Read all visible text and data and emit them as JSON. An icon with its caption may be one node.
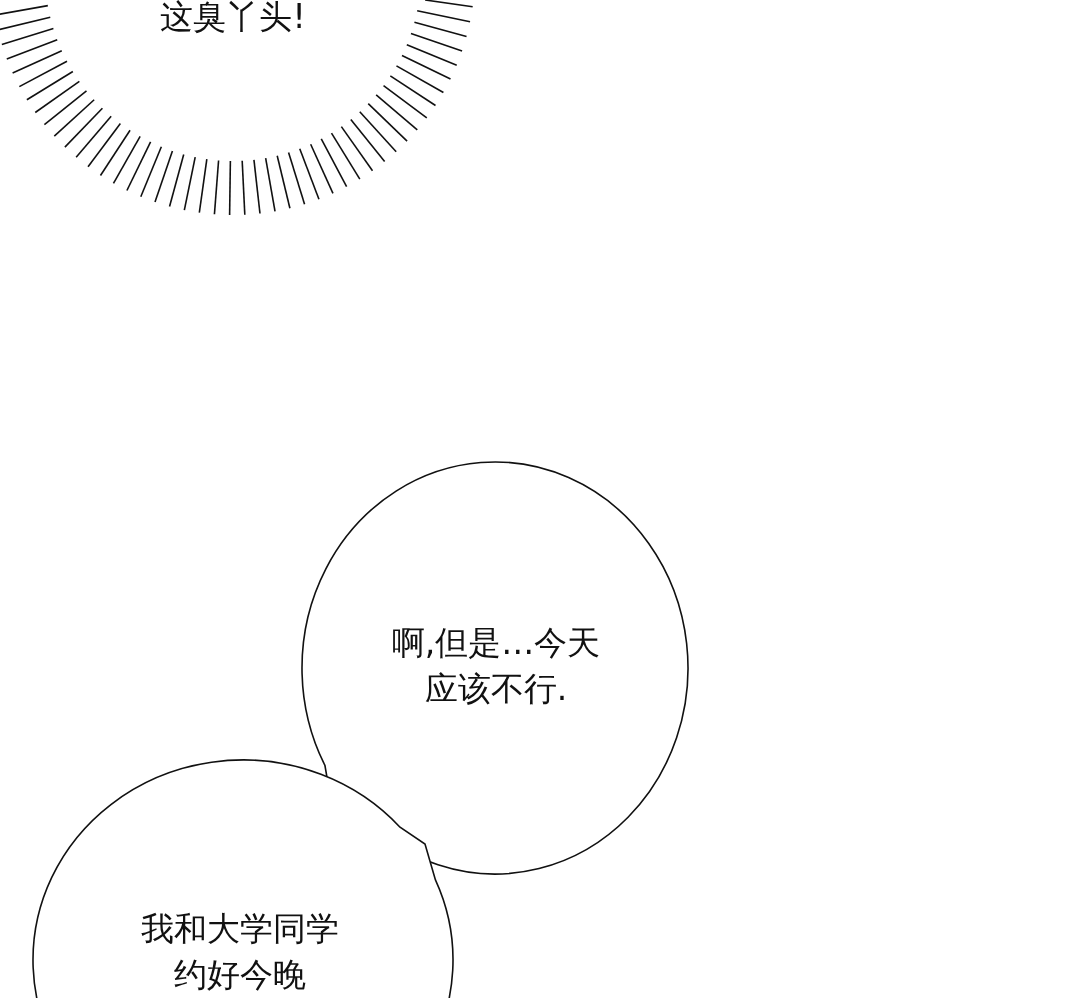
{
  "diagram": {
    "nodes": [
      {
        "text": [
          "这臭丫头!"
        ]
      },
      {
        "text": [
          "啊,但是…今天应该不行."
        ]
      },
      {
        "text": [
          "我和大学同学约好今晚"
        ]
      }
    ],
    "edges": []
  }
}
